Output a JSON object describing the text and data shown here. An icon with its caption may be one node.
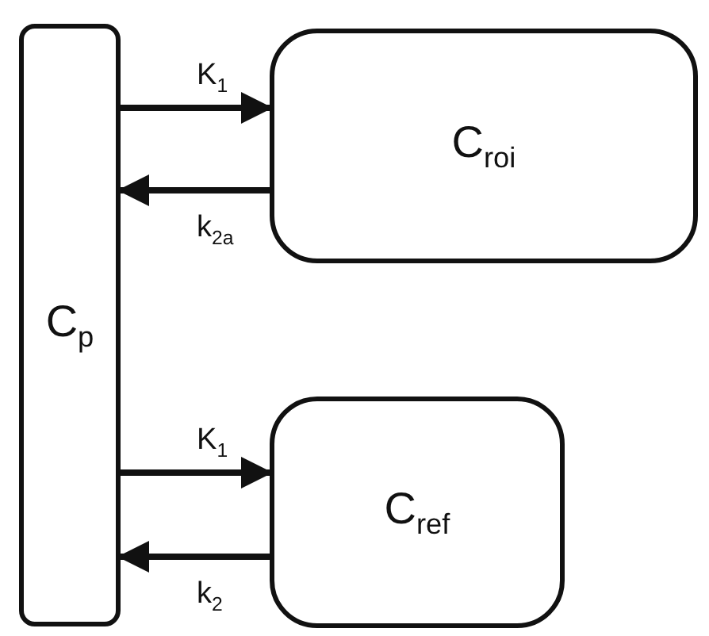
{
  "diagram": {
    "nodes": [
      {
        "text": [
          "C$_{p}$"
        ]
      },
      {
        "text": [
          "C$_{roi}$"
        ]
      },
      {
        "text": [
          "C$_{ref}$"
        ]
      }
    ],
    "edges": [
      {
        "from": 0,
        "to": 1,
        "arrow": "to",
        "label": "K$_{1}$"
      },
      {
        "from": 1,
        "to": 0,
        "arrow": "to",
        "label": "k$_{2a}$"
      },
      {
        "from": 0,
        "to": 2,
        "arrow": "to",
        "label": "K$_{1}$"
      },
      {
        "from": 2,
        "to": 0,
        "arrow": "to",
        "label": "k$_{2}$"
      }
    ]
  }
}
